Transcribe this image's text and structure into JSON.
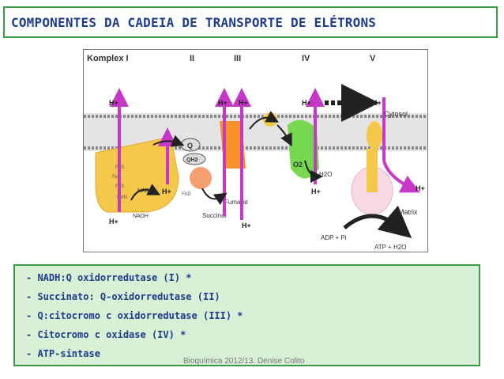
{
  "title": "COMPONENTES DA CADEIA DE TRANSPORTE DE ELÉTRONS",
  "diagram": {
    "complex_labels": [
      "Komplex I",
      "II",
      "III",
      "IV",
      "V"
    ],
    "h_plus": "H+",
    "cytosol": "Cytosol",
    "matrix": "Matrix",
    "q": "Q",
    "qh2": "QH2",
    "nad": "NAD+",
    "nadh": "NADH",
    "fumarat": "Fumarat",
    "succinat": "Succinat",
    "o2": "O2",
    "h2o": "H2O",
    "adp": "ADP + Pi",
    "atp": "ATP + H2O",
    "fes": "FeS",
    "fmn": "FMN",
    "fad": "FAD",
    "c": "c"
  },
  "components": [
    "- NADH:Q oxidorredutase (I) *",
    "- Succinato: Q-oxidorredutase (II)",
    "- Q:citocromo c oxidorredutase (III) *",
    "- Citocromo c oxidase (IV) *",
    "- ATP-sintase"
  ],
  "footer": "Bioquímica 2012/13. Denise Colito"
}
